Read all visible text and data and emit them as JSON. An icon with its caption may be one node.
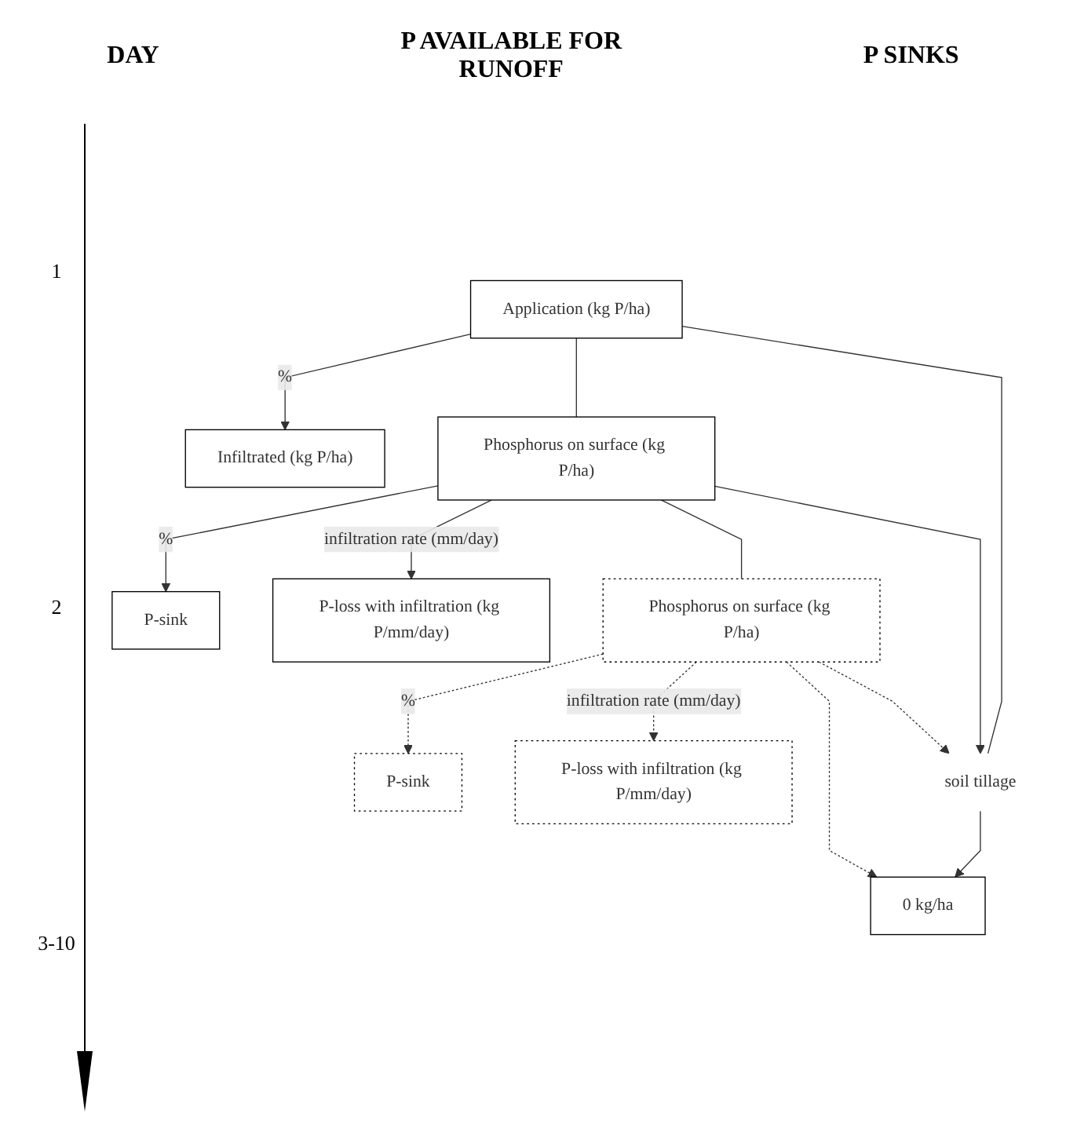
{
  "diagram": {
    "nodes": [
      {
        "text": [
          "Application (kg P/ha)"
        ]
      },
      {
        "text": [
          "Infiltrated (kg P/ha)"
        ]
      },
      {
        "text": [
          "Phosphorus on surface (kg P/ha)"
        ]
      },
      {
        "text": [
          "P-sink"
        ]
      },
      {
        "text": [
          "P-loss with infiltration (kg P/mm/day)"
        ]
      },
      {
        "text": [
          "Phosphorus on surface (kg P/ha)"
        ]
      },
      {
        "text": [
          "P-sink"
        ]
      },
      {
        "text": [
          "P-loss with infiltration (kg P/mm/day)"
        ]
      },
      {
        "text": [
          "0 kg/ha"
        ]
      },
      {
        "text": [
          "soil tillage"
        ]
      }
    ],
    "edges": [
      {
        "from": 0,
        "to": 1,
        "arrow": "to",
        "label": "%"
      },
      {
        "from": 0,
        "to": 2,
        "arrow": "none"
      },
      {
        "from": 2,
        "to": 3,
        "arrow": "to",
        "label": "%"
      },
      {
        "from": 2,
        "to": 4,
        "arrow": "to",
        "label": "infiltration rate (mm/day)"
      },
      {
        "from": 2,
        "to": 5,
        "arrow": "none"
      },
      {
        "from": 5,
        "to": 6,
        "arrow": "to",
        "label": "%",
        "style": "dashed"
      },
      {
        "from": 5,
        "to": 7,
        "arrow": "to",
        "label": "infiltration rate (mm/day)",
        "style": "dashed"
      },
      {
        "from": 5,
        "to": 8,
        "arrow": "to",
        "style": "dashed"
      },
      {
        "from": 0,
        "to": 9,
        "arrow": "none"
      },
      {
        "from": 2,
        "to": 9,
        "arrow": "to"
      },
      {
        "from": 5,
        "to": 9,
        "arrow": "to",
        "style": "dashed"
      },
      {
        "from": 9,
        "to": 8,
        "arrow": "to"
      }
    ],
    "labels": [
      "DAY",
      "P AVAILABLE FOR RUNOFF",
      "P SINKS",
      "1",
      "2",
      "3-10"
    ]
  }
}
